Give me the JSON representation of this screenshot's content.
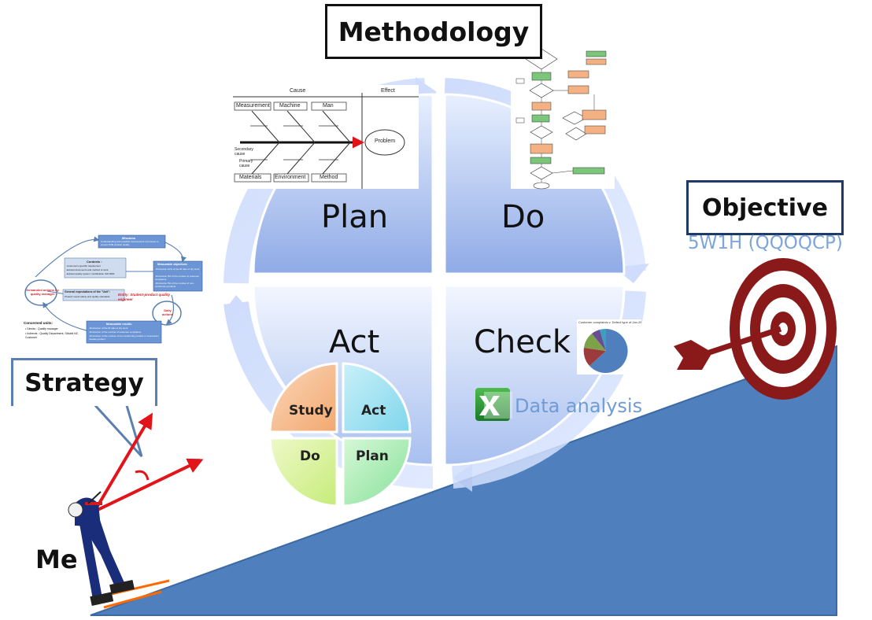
{
  "labels": {
    "methodology": "Methodology",
    "objective": "Objective",
    "objective_sub": "5W1H (QQOQCP)",
    "strategy": "Strategy",
    "me": "Me"
  },
  "pdca": {
    "plan": "Plan",
    "do": "Do",
    "check": "Check",
    "act": "Act"
  },
  "pdsa": {
    "study": "Study",
    "act": "Act",
    "do": "Do",
    "plan": "Plan"
  },
  "fishbone": {
    "cause_header": "Cause",
    "effect_header": "Effect",
    "top_causes": [
      "Measurement",
      "Machine",
      "Man"
    ],
    "bottom_causes": [
      "Materials",
      "Environment",
      "Method"
    ],
    "secondary_label": "Secondary cause",
    "primary_label": "Primary cause",
    "problem": "Problem"
  },
  "mission_map": {
    "mission_title": "Missions",
    "mission_text": "Understanding and possible improvement of process to ensure PCB product quality",
    "context_title": "Contexts :",
    "context_lines": [
      "-Customer's specific requirement",
      "-Existed documents and method of work",
      "-Existed quality system: Certification ISO 9001"
    ],
    "objectives_title": "Measurable objectives:",
    "objectives_lines": [
      "-Diminution 10% of the fill ratio of dry work",
      "-Diminution 5% of the number of customer complaints",
      "-Diminution 5% of the number of non-conformity products"
    ],
    "expectations_title": "General expectations of the \"Unit\":",
    "expectations_text": "Product meets safety and quality standards",
    "demanded": "Demanded actions by quality manager",
    "entity": "Entity: Student-product quality engineer",
    "daily": "Daily actions",
    "results_title": "Measurable results:",
    "results_lines": [
      "-Diminution of the fill ratio of dry work",
      "-Diminution of the number of customer complaints",
      "-Diminution of the number of non-conformity product or concession release product"
    ],
    "units_title": "Concerned units:",
    "units_lines": [
      "• Directs : Quality manager",
      "• Indirects : Quality Department, Stäubli NZ, Customer"
    ]
  },
  "pie_title": "Customer complaints v. Defect type of Jan.2014",
  "excel_label": "Data analysis",
  "colors": {
    "slope": "#4f7fbd",
    "target": "#8a1a1a",
    "arrow": "#e2141a",
    "pdca_light": "#e6eeff",
    "pdca_dark": "#8ea8e8"
  }
}
